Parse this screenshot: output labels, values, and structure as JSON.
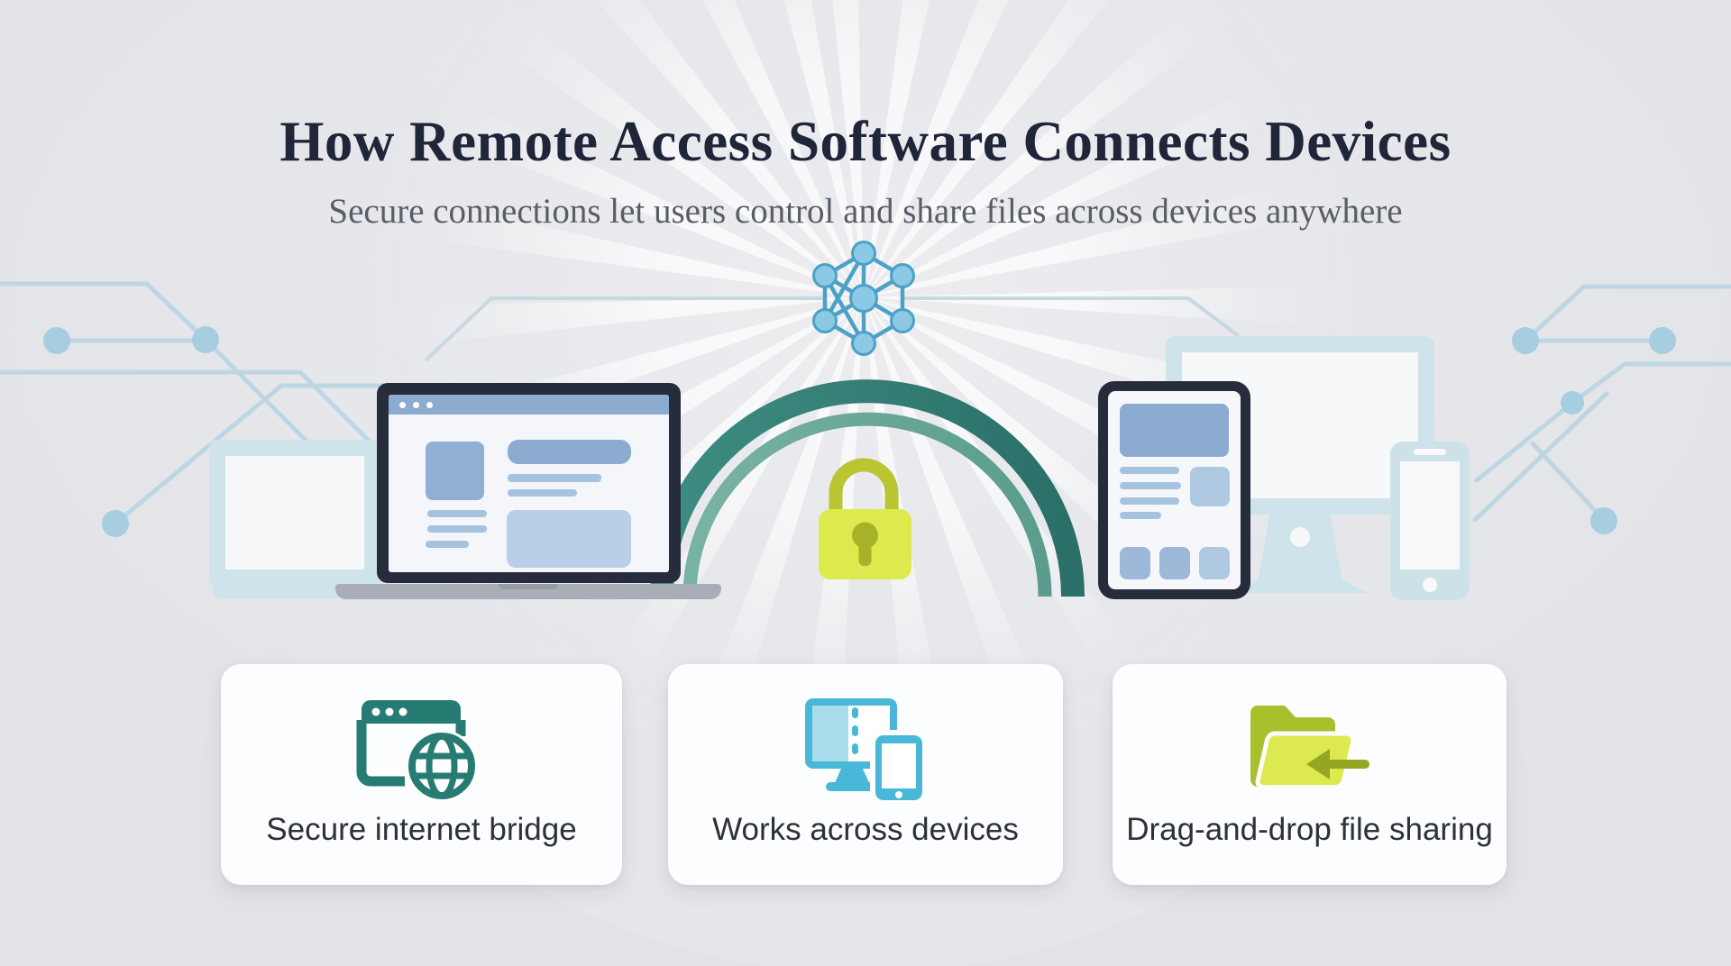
{
  "header": {
    "title": "How Remote Access Software Connects Devices",
    "subtitle": "Secure connections let users control and share files across devices anywhere"
  },
  "hero": {
    "network_icon": "network-nodes-icon",
    "bridge": "secure-connection-arch",
    "lock_icon": "padlock-icon",
    "left_device": "laptop-with-browser-window",
    "right_device": "tablet-with-app-layout",
    "background": [
      "circuit-traces",
      "ghost-laptop",
      "ghost-monitor",
      "ghost-phone",
      "sunburst-rays"
    ]
  },
  "cards": [
    {
      "label": "Secure internet bridge",
      "icon": "browser-globe-icon"
    },
    {
      "label": "Works across devices",
      "icon": "monitor-phone-icon"
    },
    {
      "label": "Drag-and-drop file sharing",
      "icon": "folder-arrow-icon"
    }
  ],
  "colors": {
    "background": "#e5e6ea",
    "title_text": "#20263a",
    "subtitle_text": "#585d66",
    "card_text": "#2d3138",
    "arch_outer_teal": "#2f7d74",
    "arch_inner_teal": "#6aa99b",
    "lock_body_green": "#dcea4e",
    "lock_shackle_olive": "#b9c531",
    "device_bezel_navy": "#262c3c",
    "screen_block_blue": "#8cabd0",
    "browser_bar_blue": "#8cabcf",
    "laptop_base_gray": "#a9adb6",
    "network_node_blue": "#8bc9e5",
    "network_stroke_blue": "#4ba2c6",
    "circuit_line_blue": "#bcd6e4",
    "ghost_device_blue": "#cfe3ea",
    "card_icon_teal": "#267c72",
    "card_icon_blue": "#49b7d7",
    "card_icon_green_dark": "#a9bf2c",
    "card_icon_green_light": "#dce94f"
  }
}
